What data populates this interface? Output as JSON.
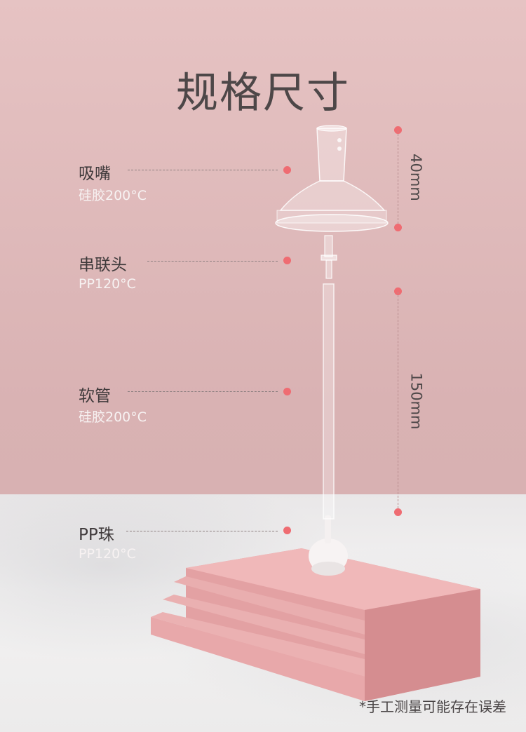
{
  "title": "规格尺寸",
  "parts": [
    {
      "name": "吸嘴",
      "material": "硅胶200°C"
    },
    {
      "name": "串联头",
      "material": "PP120°C"
    },
    {
      "name": "软管",
      "material": "硅胶200°C"
    },
    {
      "name": "PP珠",
      "material": "PP120°C"
    }
  ],
  "dimensions": {
    "top": "40mm",
    "tube": "150mm"
  },
  "note": "*手工测量可能存在误差",
  "colors": {
    "wall": "#dcb5b6",
    "accent_dot": "#ef6c72",
    "pedestal": "#e8a3a5"
  }
}
